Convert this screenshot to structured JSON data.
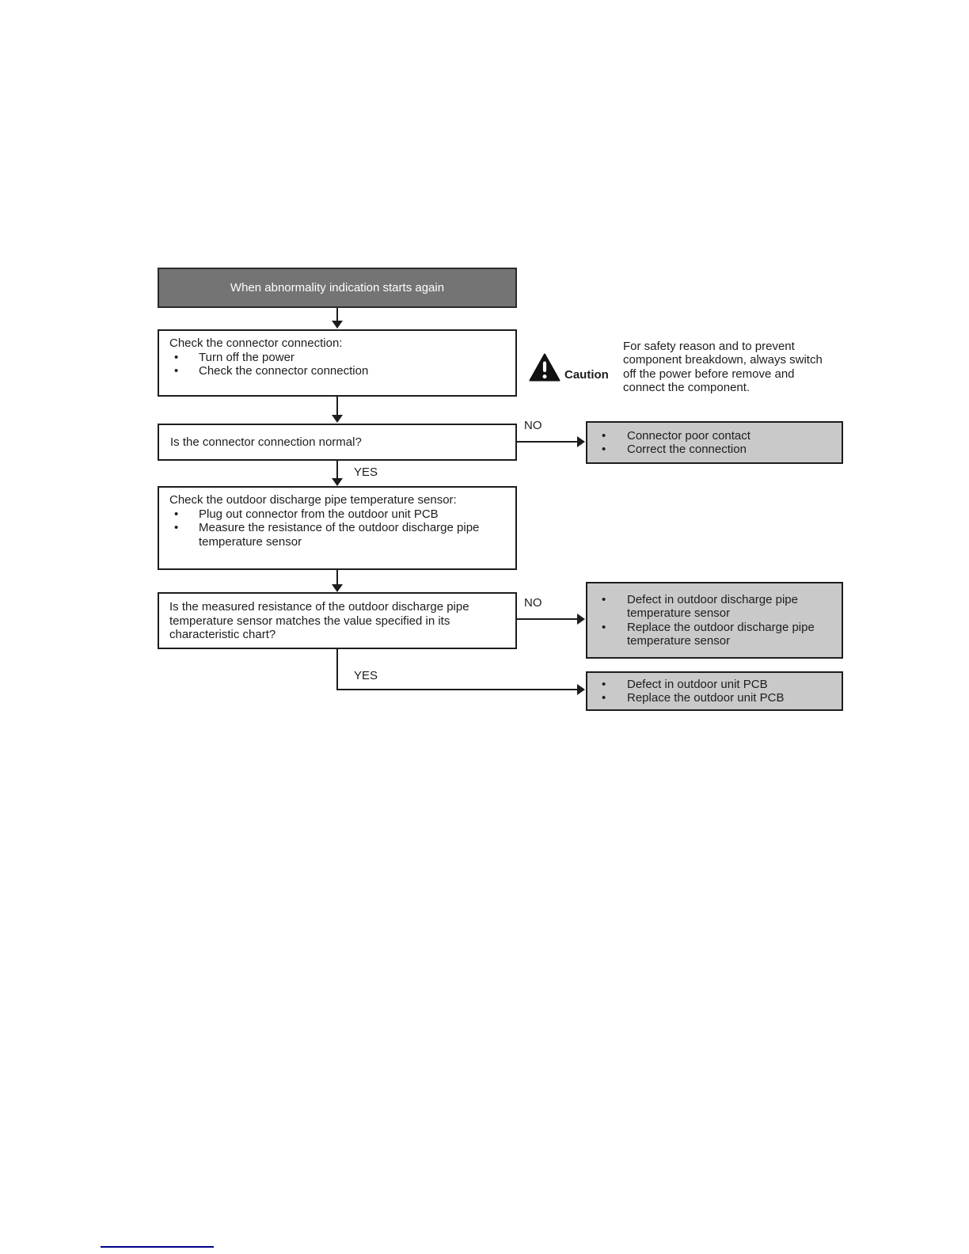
{
  "flow": {
    "start": {
      "label": "When abnormality indication starts again"
    },
    "steps": [
      {
        "title": "Check the connector connection:",
        "bullets": [
          "Turn off the power",
          "Check the connector connection"
        ]
      },
      {
        "title": "Check the outdoor discharge pipe temperature sensor:",
        "bullets": [
          "Plug out connector from the outdoor unit PCB",
          "Measure the resistance of the outdoor discharge pipe temperature sensor"
        ]
      }
    ],
    "questions": [
      {
        "text": "Is the connector connection normal?"
      },
      {
        "text": "Is the measured resistance of the outdoor discharge pipe temperature sensor matches the value specified in its characteristic chart?"
      }
    ],
    "results": [
      {
        "bullets": [
          "Connector poor contact",
          "Correct the connection"
        ]
      },
      {
        "bullets": [
          "Defect in outdoor discharge pipe temperature sensor",
          "Replace the outdoor discharge pipe temperature sensor"
        ]
      },
      {
        "bullets": [
          "Defect in outdoor unit PCB",
          "Replace the outdoor unit PCB"
        ]
      }
    ],
    "labels": {
      "no": "NO",
      "yes": "YES"
    }
  },
  "caution": {
    "label": "Caution",
    "icon": "warning-triangle-icon",
    "text": "For safety reason and to prevent\ncomponent breakdown, always switch\noff the power before remove and\nconnect the component."
  },
  "colors": {
    "ink": "#1d1d1d",
    "line": "#1d1d1d",
    "header-fill": "#747474",
    "result-fill": "#c9c9c9",
    "footer-rule": "#00008b"
  }
}
